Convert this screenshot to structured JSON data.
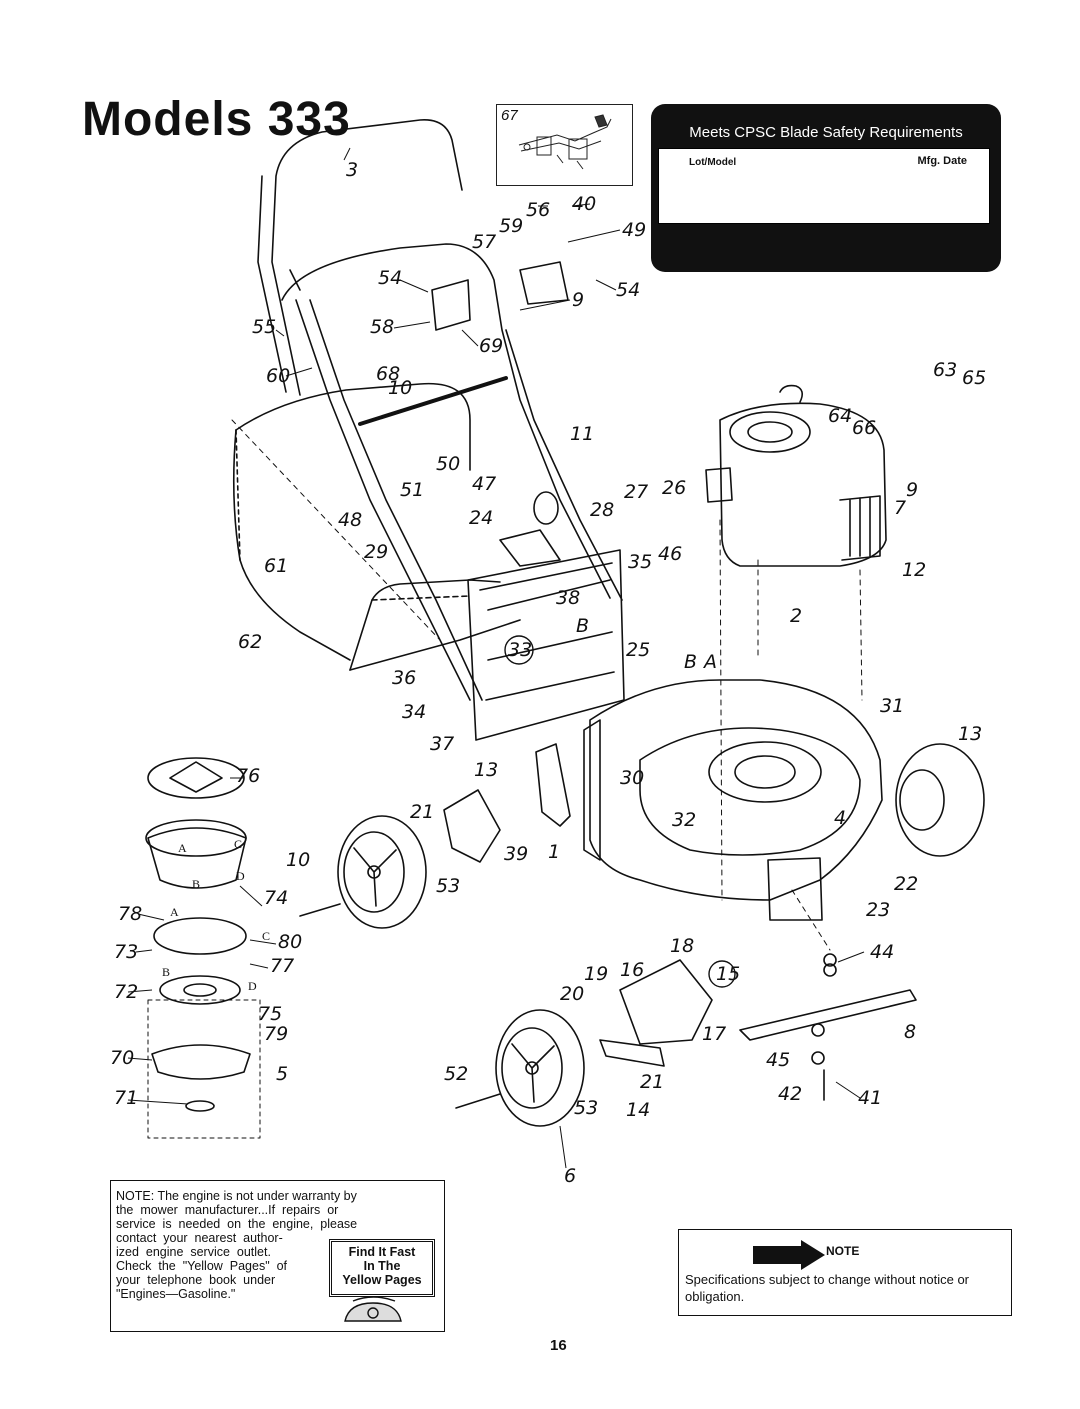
{
  "title": "Models 333",
  "cpsc_label": {
    "heading": "Meets CPSC Blade Safety Requirements",
    "lot_model": "Lot/Model",
    "mfg_date": "Mfg. Date"
  },
  "inset_label": "67",
  "part_numbers": [
    "3",
    "67",
    "56",
    "40",
    "59",
    "49",
    "57",
    "54",
    "54",
    "9",
    "55",
    "58",
    "69",
    "60",
    "68",
    "10",
    "63",
    "65",
    "64",
    "66",
    "11",
    "50",
    "51",
    "47",
    "27",
    "26",
    "9",
    "7",
    "48",
    "28",
    "24",
    "61",
    "29",
    "35",
    "46",
    "12",
    "38",
    "2",
    "62",
    "B",
    "33",
    "25",
    "B",
    "A",
    "36",
    "34",
    "31",
    "13",
    "37",
    "13",
    "76",
    "30",
    "21",
    "10",
    "39",
    "1",
    "32",
    "4",
    "74",
    "22",
    "53",
    "23",
    "78",
    "80",
    "18",
    "44",
    "73",
    "77",
    "19",
    "16",
    "15",
    "72",
    "20",
    "8",
    "75",
    "79",
    "17",
    "45",
    "70",
    "5",
    "52",
    "21",
    "71",
    "42",
    "41",
    "53",
    "14",
    "6"
  ],
  "assembly_letters": [
    "A",
    "C",
    "D",
    "B",
    "A",
    "C",
    "B",
    "D"
  ],
  "warranty_note": {
    "text": "NOTE: The engine is not under warranty by\nthe  mower  manufacturer...If  repairs  or\nservice  is  needed  on  the  engine,  please\ncontact  your  nearest  author-\nized  engine  service  outlet.\nCheck  the  \"Yellow  Pages\"  of\nyour  telephone  book  under\n\"Engines—Gasoline.\"",
    "badge": [
      "Find It Fast",
      "In The",
      "Yellow Pages"
    ]
  },
  "spec_note": {
    "label": "NOTE",
    "text": "Specifications   subject   to   change   without notice or obligation."
  },
  "page_number": "16"
}
